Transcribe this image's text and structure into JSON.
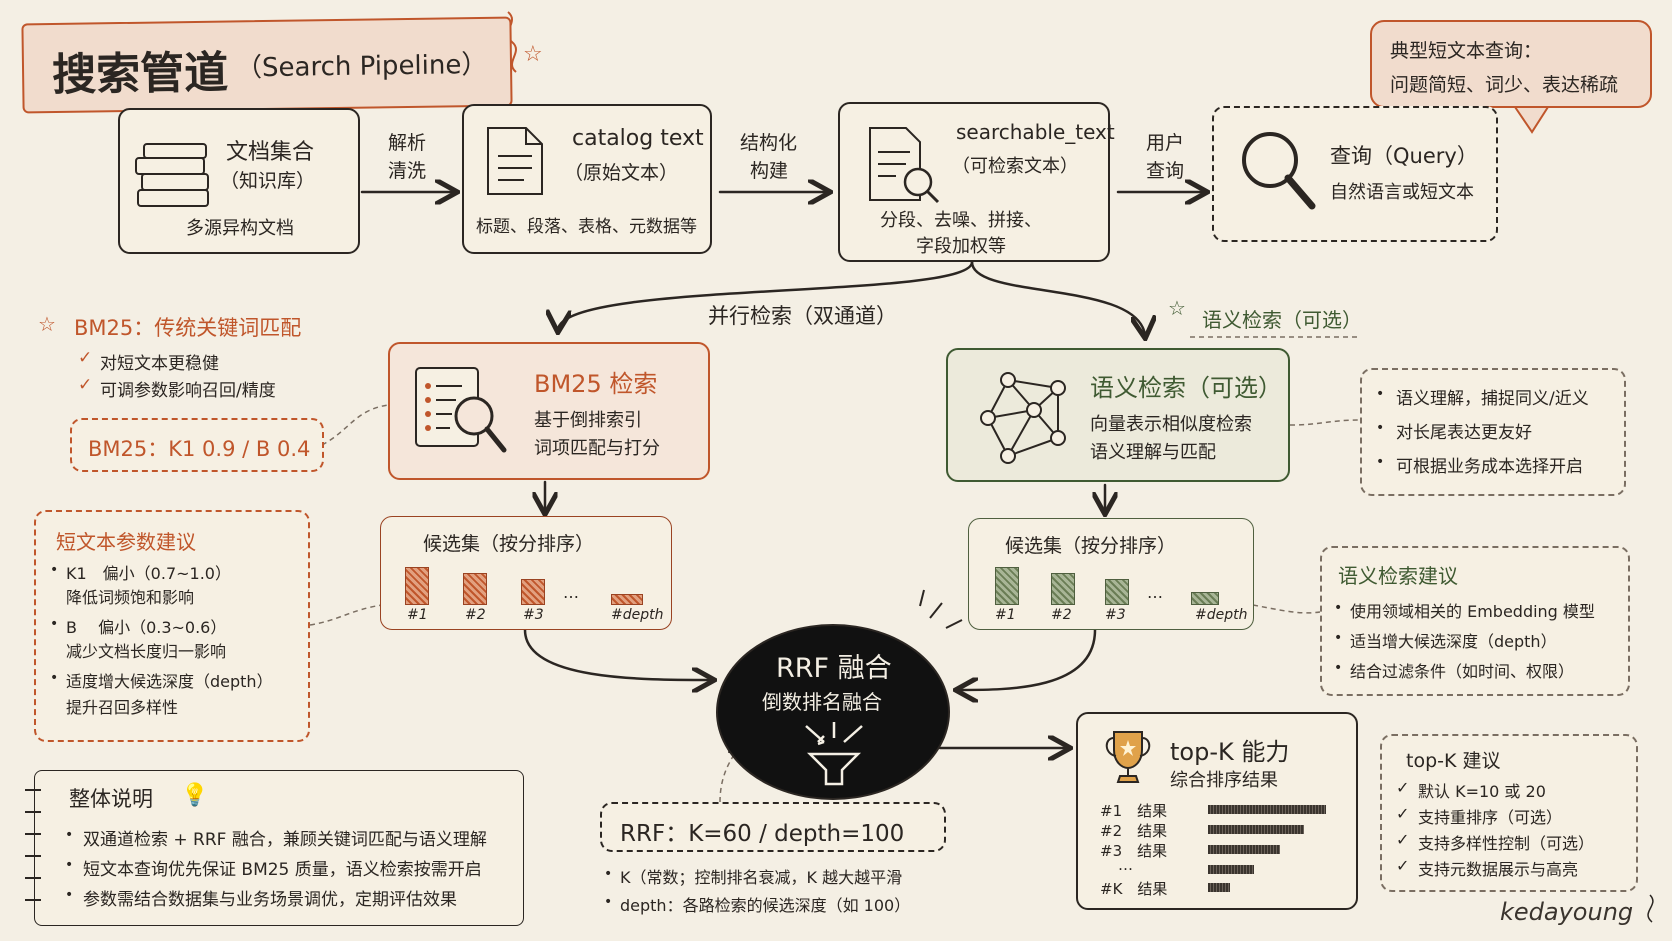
{
  "title": {
    "main": "搜索管道",
    "sub": "（Search Pipeline）"
  },
  "query_note": {
    "line1": "典型短文本查询：",
    "line2": "问题简短、词少、表达稀疏"
  },
  "docs": {
    "title": "文档集合",
    "sub": "（知识库）",
    "desc": "多源异构文档"
  },
  "arrow_parse": {
    "l1": "解析",
    "l2": "清洗"
  },
  "catalog": {
    "title": "catalog text",
    "sub": "（原始文本）",
    "desc": "标题、段落、表格、元数据等"
  },
  "arrow_struct": {
    "l1": "结构化",
    "l2": "构建"
  },
  "searchable": {
    "title": "searchable_text",
    "sub": "（可检索文本）",
    "desc1": "分段、去噪、拼接、",
    "desc2": "字段加权等"
  },
  "arrow_user": {
    "l1": "用户",
    "l2": "查询"
  },
  "query": {
    "title": "查询（Query）",
    "desc": "自然语言或短文本"
  },
  "parallel_label": "并行检索（双通道）",
  "semantic_optional_label": "语义检索（可选）",
  "bm25_note": {
    "title": "BM25：传统关键词匹配",
    "items": [
      "对短文本更稳健",
      "可调参数影响召回/精度"
    ],
    "param": "BM25：K1 0.9 / B 0.4"
  },
  "bm25": {
    "title": "BM25 检索",
    "desc1": "基于倒排索引",
    "desc2": "词项匹配与打分"
  },
  "semantic": {
    "title": "语义检索（可选）",
    "desc1": "向量表示相似度检索",
    "desc2": "语义理解与匹配"
  },
  "semantic_feat": {
    "items": [
      "语义理解，捕捉同义/近义",
      "对长尾表达更友好",
      "可根据业务成本选择开启"
    ]
  },
  "short_params": {
    "title": "短文本参数建议",
    "items": [
      {
        "l1": "K1　偏小（0.7~1.0）",
        "l2": "降低词频饱和影响"
      },
      {
        "l1": "B　 偏小（0.3~0.6）",
        "l2": "减少文档长度归一影响"
      },
      {
        "l1": "适度增大候选深度（depth）",
        "l2": "提升召回多样性"
      }
    ]
  },
  "cand_left": {
    "title": "候选集（按分排序）",
    "labels": [
      "#1",
      "#2",
      "#3",
      "#depth"
    ],
    "dots": "…"
  },
  "cand_right": {
    "title": "候选集（按分排序）",
    "labels": [
      "#1",
      "#2",
      "#3",
      "#depth"
    ],
    "dots": "…"
  },
  "sem_advice": {
    "title": "语义检索建议",
    "items": [
      "使用领域相关的 Embedding 模型",
      "适当增大候选深度（depth）",
      "结合过滤条件（如时间、权限）"
    ]
  },
  "rrf": {
    "title": "RRF 融合",
    "sub": "倒数排名融合"
  },
  "rrf_param": {
    "text": "RRF：K=60 / depth=100",
    "notes": [
      "K（常数；控制排名衰减，K 越大越平滑",
      "depth：各路检索的候选深度（如 100）"
    ]
  },
  "topk": {
    "title": "top-K 能力",
    "sub": "综合排序结果",
    "rows": [
      "#1　结果",
      "#2　结果",
      "#3　结果",
      "…",
      "#K　结果"
    ]
  },
  "topk_advice": {
    "title": "top-K 建议",
    "items": [
      "默认 K=10 或 20",
      "支持重排序（可选）",
      "支持多样性控制（可选）",
      "支持元数据展示与高亮"
    ]
  },
  "overall": {
    "title": "整体说明",
    "items": [
      "双通道检索 + RRF 融合，兼顾关键词匹配与语义理解",
      "短文本查询优先保证 BM25 质量，语义检索按需开启",
      "参数需结合数据集与业务场景调优，定期评估效果"
    ]
  },
  "signature": "kedayoung",
  "colors": {
    "bg": "#f4efe4",
    "ink": "#2b2622",
    "orange": "#c0562b",
    "green": "#3f5a32",
    "rrf": "#111111"
  }
}
